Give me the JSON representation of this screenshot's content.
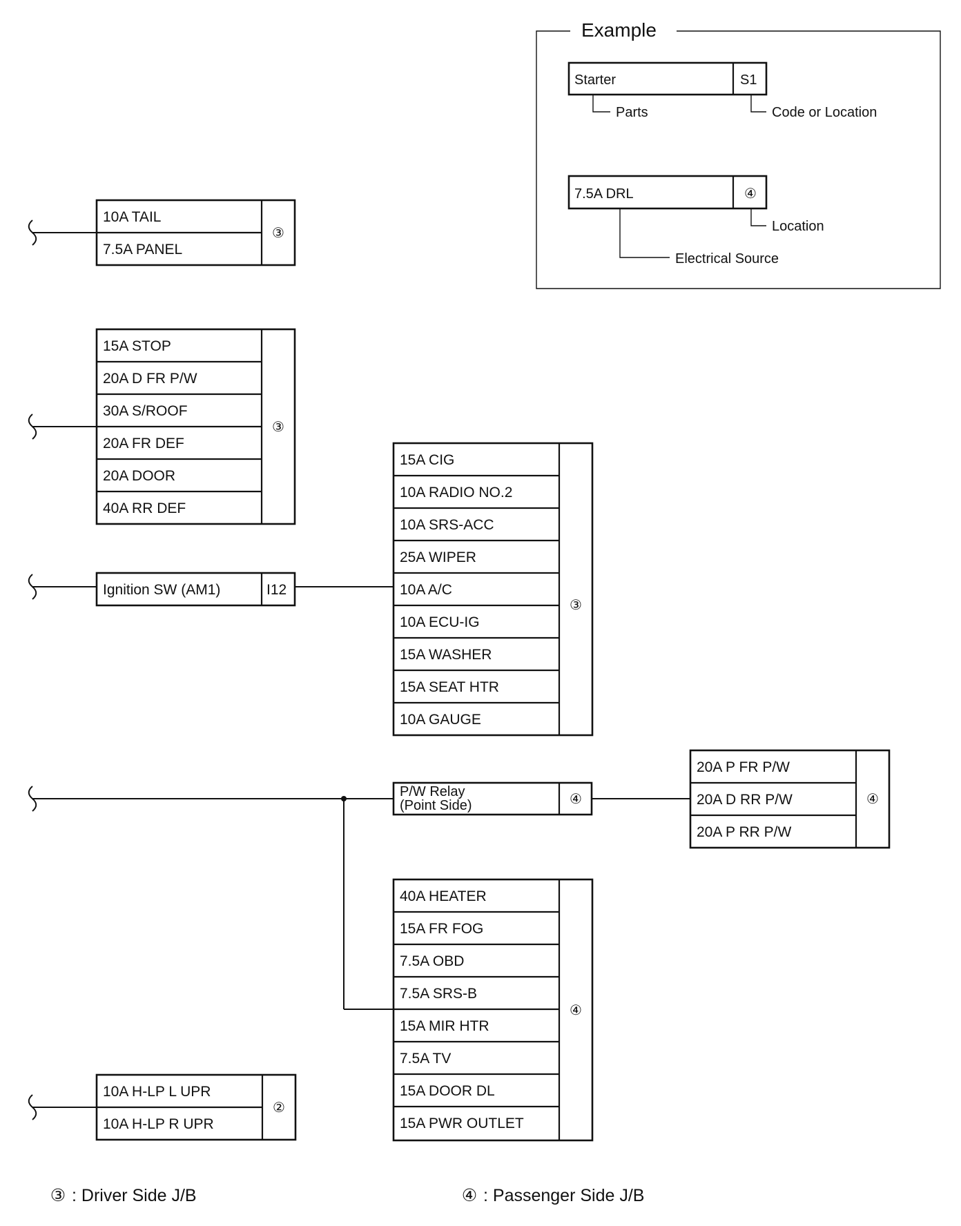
{
  "example": {
    "title": "Example",
    "part_label": "Starter",
    "part_code": "S1",
    "parts_caption": "Parts",
    "code_caption": "Code or Location",
    "source_label": "7.5A DRL",
    "source_location": "④",
    "location_caption": "Location",
    "source_caption": "Electrical Source"
  },
  "group_tail": {
    "fuses": [
      "10A TAIL",
      "7.5A PANEL"
    ],
    "location": "③"
  },
  "group_stop": {
    "fuses": [
      "15A STOP",
      "20A D FR P/W",
      "30A S/ROOF",
      "20A FR DEF",
      "20A DOOR",
      "40A RR DEF"
    ],
    "location": "③"
  },
  "ignition": {
    "label": "Ignition SW (AM1)",
    "code": "I12"
  },
  "group_ig": {
    "fuses": [
      "15A CIG",
      "10A RADIO NO.2",
      "10A SRS-ACC",
      "25A WIPER",
      "10A A/C",
      "10A ECU-IG",
      "15A WASHER",
      "15A SEAT HTR",
      "10A GAUGE"
    ],
    "location": "③"
  },
  "relay": {
    "line1": "P/W Relay",
    "line2": "(Point Side)",
    "location": "④"
  },
  "group_pw": {
    "fuses": [
      "20A P FR P/W",
      "20A D RR P/W",
      "20A P RR P/W"
    ],
    "location": "④"
  },
  "group_heater": {
    "fuses": [
      "40A HEATER",
      "15A FR FOG",
      "7.5A OBD",
      "7.5A SRS-B",
      "15A MIR HTR",
      "7.5A TV",
      "15A DOOR DL",
      "15A PWR OUTLET"
    ],
    "location": "④"
  },
  "group_hlp": {
    "fuses": [
      "10A H-LP L UPR",
      "10A H-LP R UPR"
    ],
    "location": "②"
  },
  "legend": {
    "driver": {
      "symbol": "③",
      "text": ": Driver Side J/B"
    },
    "passenger": {
      "symbol": "④",
      "text": ": Passenger Side J/B"
    }
  }
}
